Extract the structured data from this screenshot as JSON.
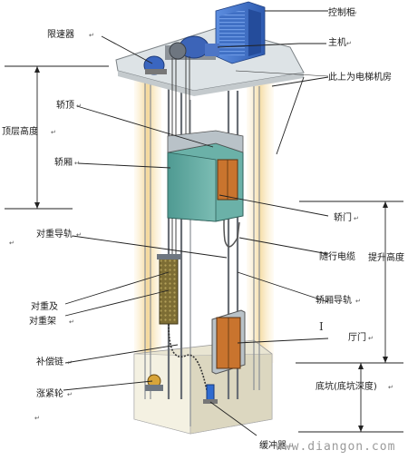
{
  "labels": {
    "control_cabinet": "控制柜",
    "main_machine": "主机",
    "speed_limiter": "限速器",
    "machine_room": "此上为电梯机房",
    "car_top": "轿顶",
    "top_floor_height": "顶层高度",
    "car": "轿厢",
    "car_door": "轿门",
    "counterweight_rail": "对重导轨",
    "traveling_cable": "随行电缆",
    "lift_height": "提升高度",
    "counterweight_and_frame_1": "对重及",
    "counterweight_and_frame_2": "对重架",
    "car_rail": "轿厢导轨",
    "landing_door": "厅门",
    "compensation_chain": "补偿链",
    "pit_depth": "底坑(底坑深度)",
    "tension_pulley": "涨紧轮",
    "buffer": "缓冲器"
  },
  "para_mark": "↵",
  "cursor_glyph": "I",
  "watermark": "www.diangon.com",
  "colors": {
    "shaft_glow": "#f4dca0",
    "car_body": "#5fa8a0",
    "cabinet": "#3f6fc4",
    "door_panel": "#c9742e",
    "counterweight": "#8a7a3a",
    "line": "#222222"
  }
}
